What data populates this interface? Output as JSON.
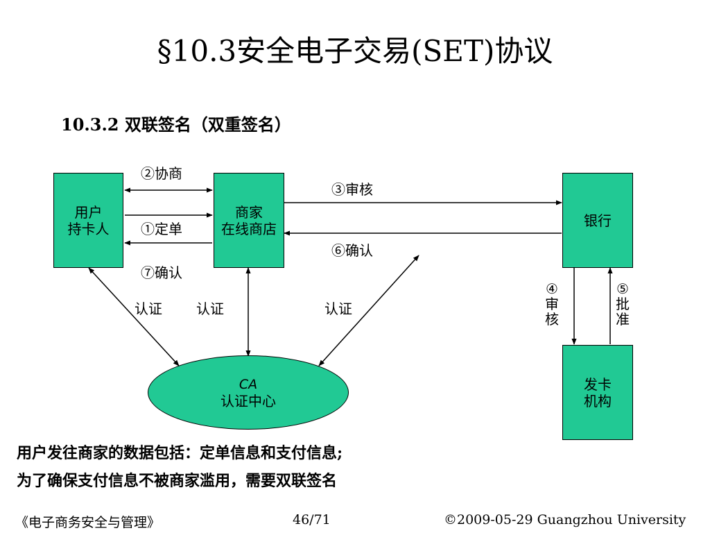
{
  "title": "§10.3安全电子交易(SET)协议",
  "subtitle": "10.3.2 双联签名（双重签名）",
  "nodes": {
    "user": {
      "line1": "用户",
      "line2": "持卡人"
    },
    "merchant": {
      "line1": "商家",
      "line2": "在线商店"
    },
    "bank": {
      "line1": "银行"
    },
    "issuer": {
      "line1": "发卡",
      "line2": "机构"
    },
    "ca": {
      "line1": "CA",
      "line2": "认证中心"
    }
  },
  "edges": {
    "negotiate": "②协商",
    "order": "①定单",
    "confirm_user": "⑦确认",
    "audit": "③审核",
    "confirm_bank": "⑥确认",
    "audit_issuer": [
      "④",
      "审",
      "核"
    ],
    "approve": [
      "⑤",
      "批",
      "准"
    ],
    "auth_user": "认证",
    "auth_merchant": "认证",
    "auth_bank": "认证"
  },
  "body": {
    "line1": "用户发往商家的数据包括：定单信息和支付信息;",
    "line2": "为了确保支付信息不被商家滥用，需要双联签名"
  },
  "footer": {
    "left": "《电子商务安全与管理》",
    "center": "46/71",
    "right": "©2009-05-29  Guangzhou University"
  }
}
